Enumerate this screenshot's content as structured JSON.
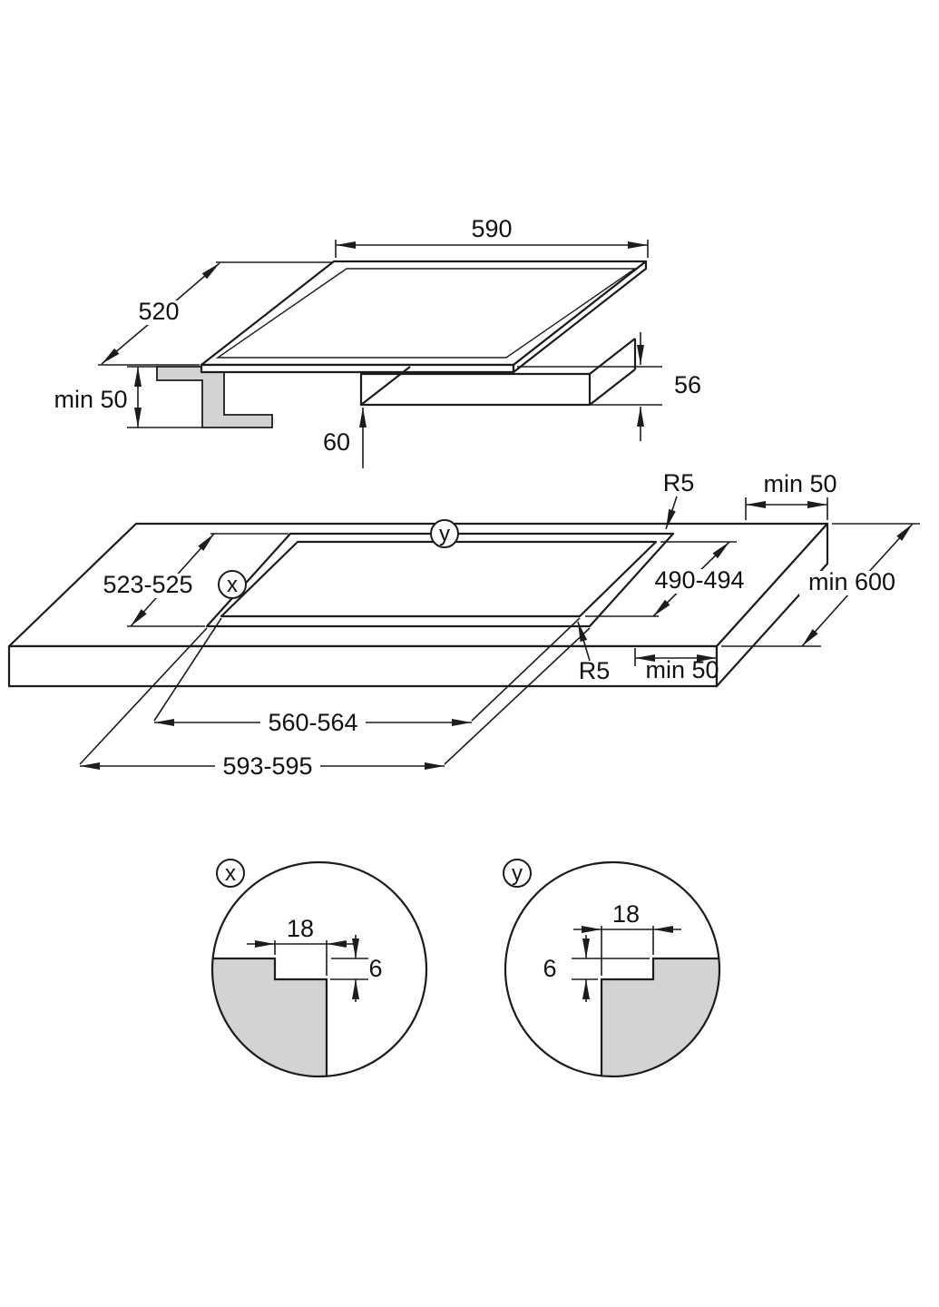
{
  "colors": {
    "background": "#ffffff",
    "line": "#1c1c1c",
    "gray_fill": "#d3d3d3"
  },
  "hob_view": {
    "width": "590",
    "depth": "520",
    "edge_height": "56",
    "body_height": "60",
    "left_clearance": "min 50"
  },
  "worktop_view": {
    "corner_radius_back": "R5",
    "clearance_back": "min 50",
    "rebate_depth": "523-525",
    "cutout_depth": "490-494",
    "worktop_min_depth": "min 600",
    "corner_radius_front": "R5",
    "clearance_front": "min 50",
    "cutout_width": "560-564",
    "rebate_width": "593-595",
    "marker_x": "x",
    "marker_y": "y"
  },
  "detail_x": {
    "marker": "x",
    "ledge_width": "18",
    "step_depth": "6"
  },
  "detail_y": {
    "marker": "y",
    "ledge_width": "18",
    "step_depth": "6"
  }
}
